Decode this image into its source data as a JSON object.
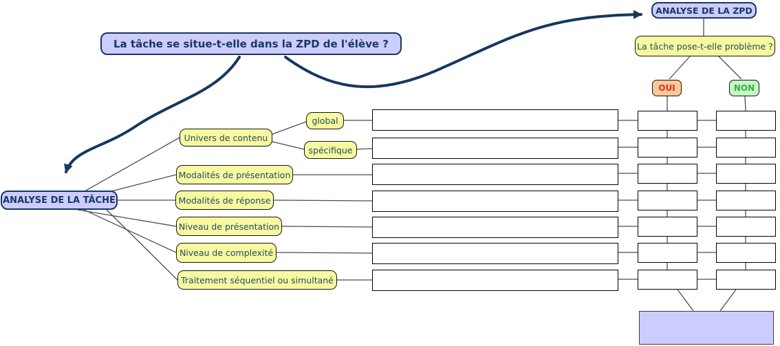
{
  "labels": {
    "main_question": "La tâche se situe-t-elle dans la ZPD de l'élève ?",
    "zpd_title": "ANALYSE DE LA ZPD",
    "zpd_question": "La tâche pose-t-elle problème ?",
    "oui": "OUI",
    "non": "NON",
    "tache_title": "ANALYSE DE LA TÂCHE",
    "univers": "Univers de contenu",
    "global": "global",
    "specifique": "spécifique",
    "modalites_presentation": "Modalités de présentation",
    "modalites_reponse": "Modalités de réponse",
    "niveau_presentation": "Niveau de présentation",
    "niveau_complexite": "Niveau de complexité",
    "traitement": "Traitement séquentiel ou simultané"
  },
  "structure": {
    "tache_categories": [
      "Univers de contenu",
      "Modalités de présentation",
      "Modalités de réponse",
      "Niveau de présentation",
      "Niveau de complexité",
      "Traitement séquentiel ou simultané"
    ],
    "univers_children": [
      "global",
      "spécifique"
    ],
    "matrix_rows": 7,
    "matrix_columns_per_row": [
      "description-cell",
      "oui-cell",
      "non-cell"
    ],
    "empty_cells_note": "all matrix cells and the bottom result box are empty in the screenshot"
  },
  "colors": {
    "node_blue_fill": "#ccccff",
    "node_blue_text": "#17375e",
    "node_yellow_fill": "#f8f8a0",
    "node_yellow_text": "#1f4e5f",
    "oui_fill": "#fbc998",
    "oui_text": "#e0301e",
    "non_fill": "#c6f6c6",
    "non_text": "#3aae49",
    "arrow_navy": "#17375e",
    "connector_gray": "#4d4d4d"
  }
}
